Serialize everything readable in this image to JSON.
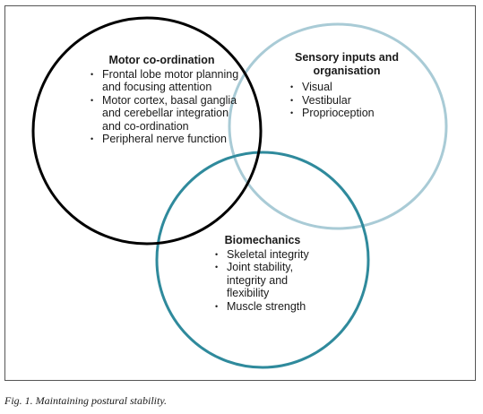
{
  "circles": [
    {
      "id": "motor",
      "heading": "Motor co-ordination",
      "items": [
        "Frontal lobe motor planning and focusing attention",
        "Motor cortex, basal ganglia and cerebellar integration and co-ordination",
        "Peripheral nerve function"
      ],
      "stroke": "#000000"
    },
    {
      "id": "sensory",
      "heading": "Sensory inputs and organisation",
      "items": [
        "Visual",
        "Vestibular",
        "Proprioception"
      ],
      "stroke": "#a9cbd6"
    },
    {
      "id": "biomech",
      "heading": "Biomechanics",
      "items": [
        "Skeletal integrity",
        "Joint stability, integrity and flexibility",
        "Muscle strength"
      ],
      "stroke": "#2f8a9c"
    }
  ],
  "caption": "Fig. 1. Maintaining postural stability."
}
